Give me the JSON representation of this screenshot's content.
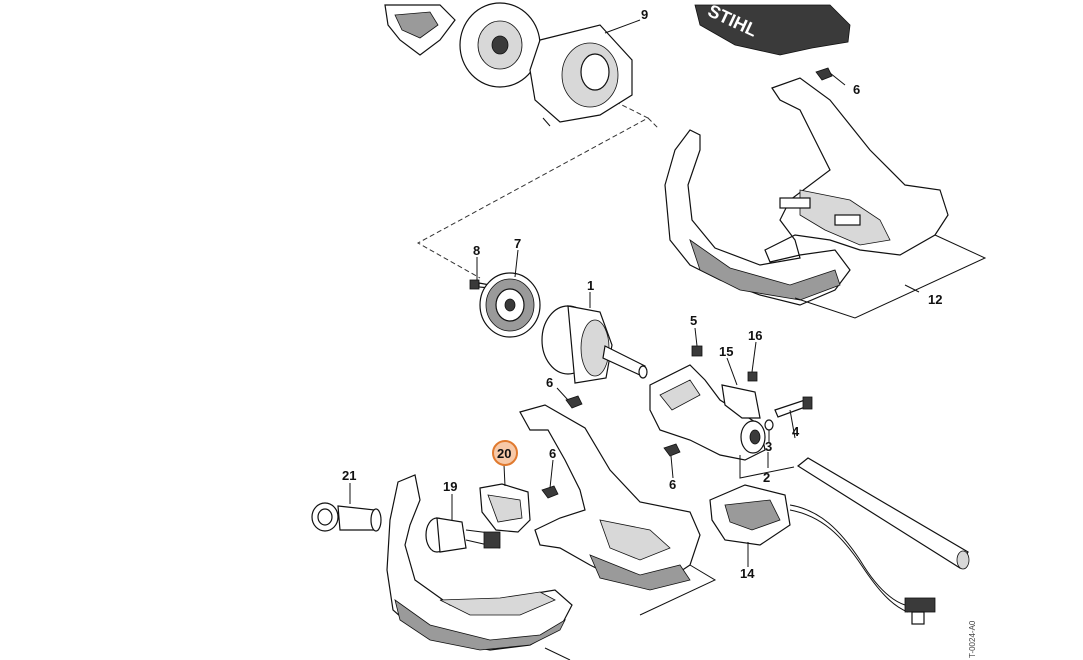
{
  "brand_mark": "STIHL",
  "drawing_number": "T-0024-A0",
  "highlighted_part": "20",
  "callouts": [
    {
      "id": "9",
      "label": "9"
    },
    {
      "id": "6a",
      "label": "6"
    },
    {
      "id": "12",
      "label": "12"
    },
    {
      "id": "8",
      "label": "8"
    },
    {
      "id": "7",
      "label": "7"
    },
    {
      "id": "1",
      "label": "1"
    },
    {
      "id": "5",
      "label": "5"
    },
    {
      "id": "16",
      "label": "16"
    },
    {
      "id": "15",
      "label": "15"
    },
    {
      "id": "6b",
      "label": "6"
    },
    {
      "id": "4",
      "label": "4"
    },
    {
      "id": "3",
      "label": "3"
    },
    {
      "id": "2",
      "label": "2"
    },
    {
      "id": "20",
      "label": "20"
    },
    {
      "id": "6c",
      "label": "6"
    },
    {
      "id": "6d",
      "label": "6"
    },
    {
      "id": "21",
      "label": "21"
    },
    {
      "id": "19",
      "label": "19"
    },
    {
      "id": "14",
      "label": "14"
    }
  ],
  "colors": {
    "highlight_fill": "#f7c9a8",
    "highlight_stroke": "#e07a2f",
    "line": "#111111"
  }
}
